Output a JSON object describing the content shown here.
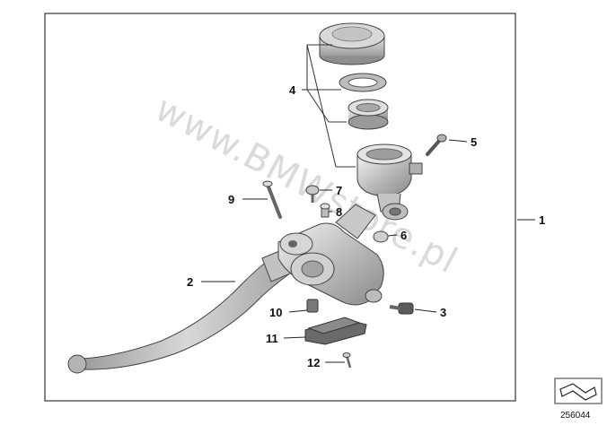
{
  "watermark": "www.BMWstore.pl",
  "diagram_id": "256044",
  "callouts": [
    {
      "id": "1",
      "label": "1"
    },
    {
      "id": "2",
      "label": "2"
    },
    {
      "id": "3",
      "label": "3"
    },
    {
      "id": "4",
      "label": "4"
    },
    {
      "id": "5",
      "label": "5"
    },
    {
      "id": "6",
      "label": "6"
    },
    {
      "id": "7",
      "label": "7"
    },
    {
      "id": "8",
      "label": "8"
    },
    {
      "id": "9",
      "label": "9"
    },
    {
      "id": "10",
      "label": "10"
    },
    {
      "id": "11",
      "label": "11"
    },
    {
      "id": "12",
      "label": "12"
    }
  ],
  "colors": {
    "frame": "#333333",
    "metal_light": "#e6e6e6",
    "metal_mid": "#b8b8b8",
    "metal_dark": "#7a7a7a",
    "outline": "#444444"
  }
}
